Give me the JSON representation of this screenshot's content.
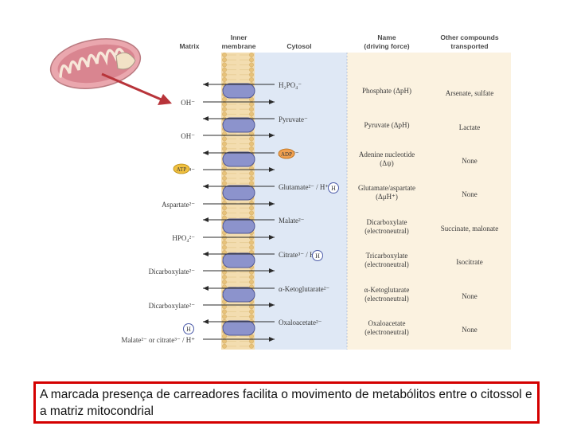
{
  "headers": {
    "matrix": "Matrix",
    "membrane_1": "Inner",
    "membrane_2": "membrane",
    "cytosol": "Cytosol",
    "name_1": "Name",
    "name_2": "(driving force)",
    "other_1": "Other compounds",
    "other_2": "transported"
  },
  "rows": [
    {
      "matrix": "OH⁻",
      "cytosol": "H₂PO₄⁻",
      "name": [
        "Phosphate (ΔpH)"
      ],
      "other": "Arsenate, sulfate",
      "dir": "antiport"
    },
    {
      "matrix": "OH⁻",
      "cytosol": "Pyruvate⁻",
      "name": [
        "Pyruvate (ΔpH)"
      ],
      "other": "Lactate",
      "dir": "antiport"
    },
    {
      "matrix": "ATP⁴⁻",
      "cytosol": "ADP³⁻",
      "name": [
        "Adenine nucleotide",
        "(Δψ)"
      ],
      "other": "None",
      "dir": "antiport"
    },
    {
      "matrix": "Aspartate²⁻",
      "cytosol": "Glutamate²⁻ / H⁺",
      "name": [
        "Glutamate/aspartate",
        "(Δμ̃H⁺)"
      ],
      "other": "None",
      "dir": "antiport"
    },
    {
      "matrix": "HPO₄²⁻",
      "cytosol": "Malate²⁻",
      "name": [
        "Dicarboxylate",
        "(electroneutral)"
      ],
      "other": "Succinate, malonate",
      "dir": "antiport"
    },
    {
      "matrix": "Dicarboxylate²⁻",
      "cytosol": "Citrate³⁻ / H⁺",
      "name": [
        "Tricarboxylate",
        "(electroneutral)"
      ],
      "other": "Isocitrate",
      "dir": "antiport"
    },
    {
      "matrix": "Dicarboxylate²⁻",
      "cytosol": "α-Ketoglutarate²⁻",
      "name": [
        "α-Ketoglutarate",
        "(electroneutral)"
      ],
      "other": "None",
      "dir": "antiport"
    },
    {
      "matrix": "Malate²⁻ or citrate³⁻ / H⁺",
      "cytosol": "Oxaloacetate²⁻",
      "name": [
        "Oxaloacetate",
        "(electroneutral)"
      ],
      "other": "None",
      "dir": "antiport"
    }
  ],
  "badges": {
    "atp": "ATP",
    "adp": "ADP",
    "proton": "H"
  },
  "caption": "A marcada presença de carreadores facilita o movimento de metabólitos entre o citossol e a matriz mitocondrial",
  "colors": {
    "matrix_bg": "#ffffff",
    "cytosol_bg": "#dfe8f5",
    "table_bg": "#fbf2e0",
    "membrane_lipid": "#f1d8a0",
    "carrier": "#8c93cc",
    "mito_outer": "#e9a9b0",
    "caption_border": "#d40000"
  }
}
